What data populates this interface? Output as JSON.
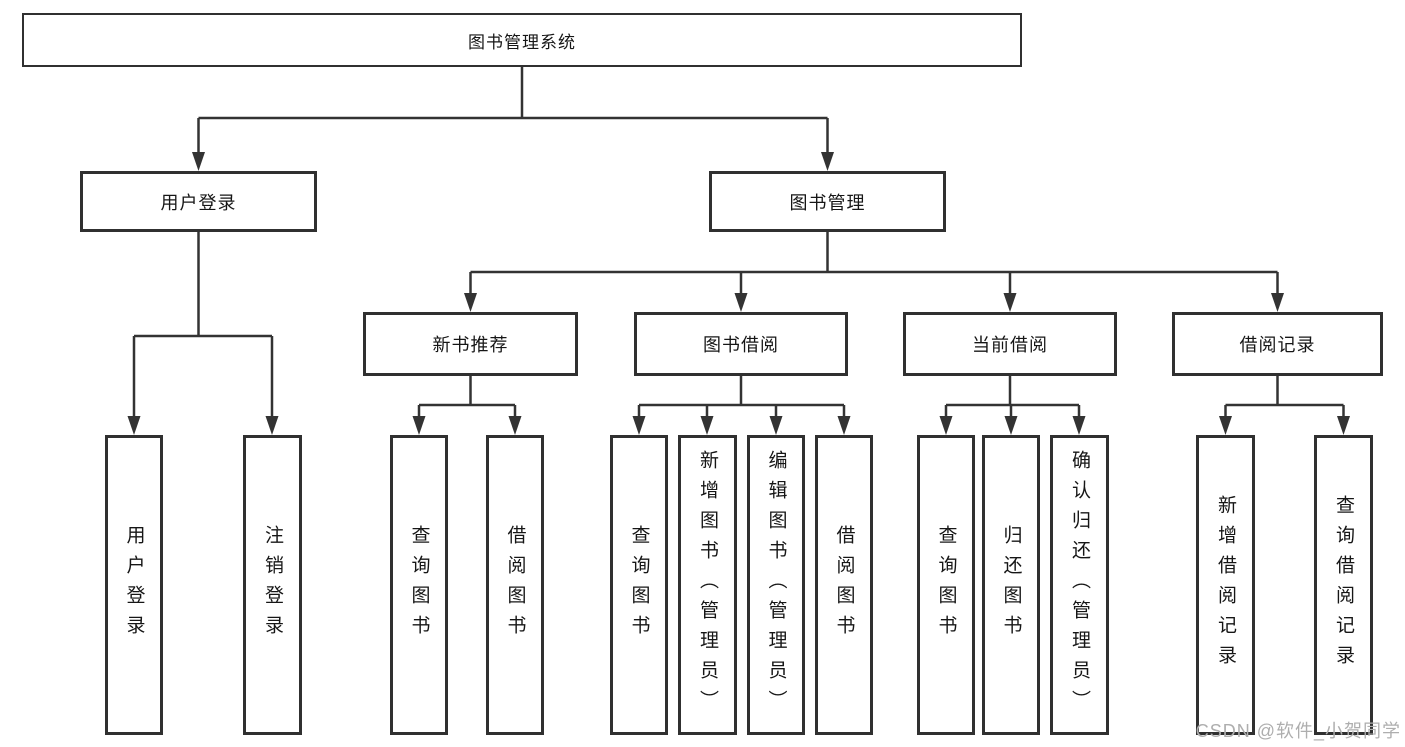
{
  "diagram": {
    "colors": {
      "line": "#333333",
      "box_border": "#303030",
      "text": "#161616",
      "watermark": "#aeaeae",
      "background": "#ffffff"
    },
    "tree": {
      "root": {
        "label": "图书管理系统",
        "children": [
          {
            "label": "用户登录",
            "children": [
              {
                "label": "用户登录"
              },
              {
                "label": "注销登录"
              }
            ]
          },
          {
            "label": "图书管理",
            "children": [
              {
                "label": "新书推荐",
                "children": [
                  {
                    "label": "查询图书"
                  },
                  {
                    "label": "借阅图书"
                  }
                ]
              },
              {
                "label": "图书借阅",
                "children": [
                  {
                    "label": "查询图书"
                  },
                  {
                    "label": "新增图书（管理员）"
                  },
                  {
                    "label": "编辑图书（管理员）"
                  },
                  {
                    "label": "借阅图书"
                  }
                ]
              },
              {
                "label": "当前借阅",
                "children": [
                  {
                    "label": "查询图书"
                  },
                  {
                    "label": "归还图书"
                  },
                  {
                    "label": "确认归还（管理员）"
                  }
                ]
              },
              {
                "label": "借阅记录",
                "children": [
                  {
                    "label": "新增借阅记录"
                  },
                  {
                    "label": "查询借阅记录"
                  }
                ]
              }
            ]
          }
        ]
      }
    },
    "watermark": {
      "text": "CSDN @软件_小贺同学"
    }
  }
}
